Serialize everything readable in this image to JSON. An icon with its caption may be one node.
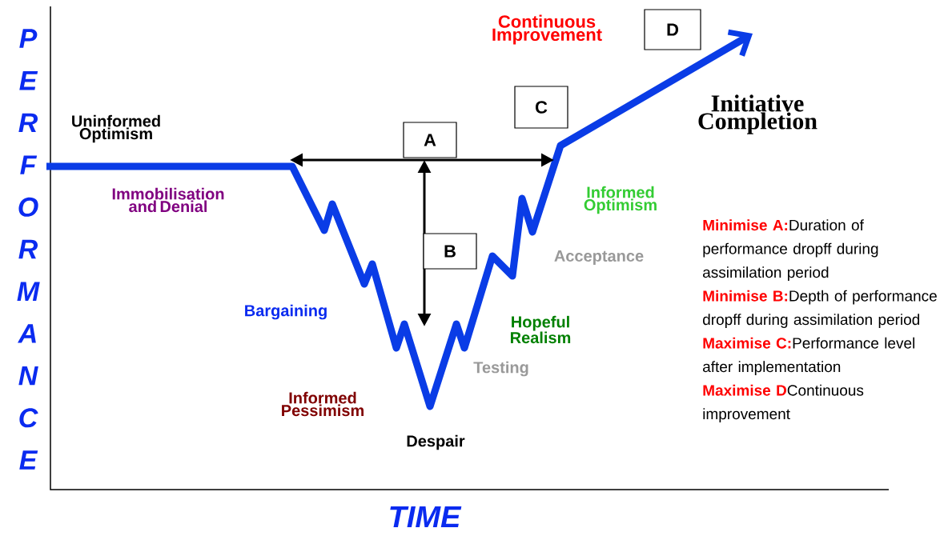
{
  "diagram": {
    "nodes": [
      {
        "text": [
          "A"
        ]
      },
      {
        "text": [
          "B"
        ]
      },
      {
        "text": [
          "C"
        ]
      },
      {
        "text": [
          "D"
        ]
      }
    ],
    "labels": [
      "P",
      "E",
      "R",
      "F",
      "O",
      "R",
      "M",
      "A",
      "N",
      "C",
      "E",
      "Continuous Improvement",
      "Initiative Completion",
      "Uninformed Optimism",
      "Immobilisation and Denial",
      "Informed Optimism",
      "Acceptance",
      "Bargaining",
      "Hopeful Realism",
      "Testing",
      "Informed Pessimism",
      "Despair",
      "Minimise A:",
      "Duration of performance dropff during assimilation period",
      "Minimise B:",
      "Depth of performance dropff during assimilation period",
      "Maximise C:",
      "Performance level after implementation",
      "Maximise D",
      "Continuous improvement",
      "TIME"
    ]
  }
}
